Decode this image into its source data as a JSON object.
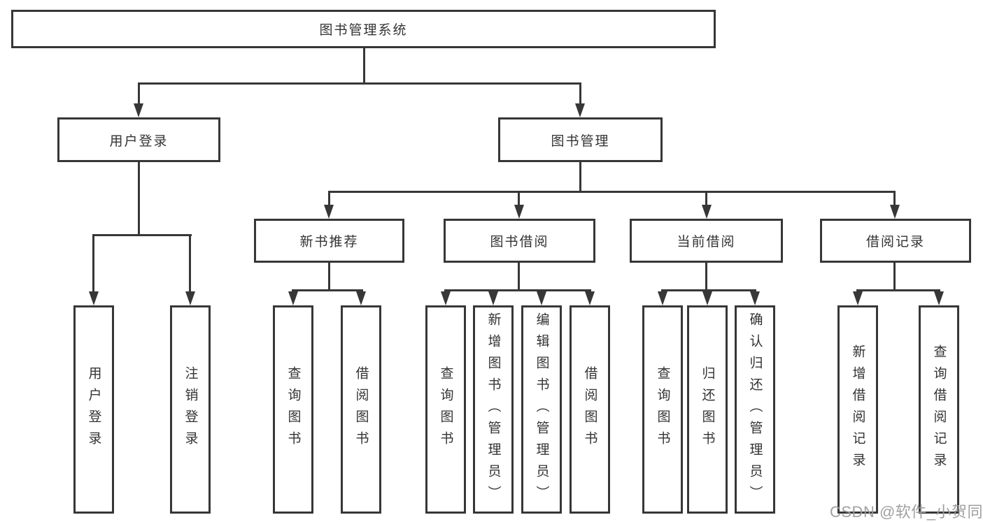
{
  "tree": {
    "label": "图书管理系统",
    "children": [
      {
        "label": "用户登录",
        "children": [
          {
            "label": "用户登录"
          },
          {
            "label": "注销登录"
          }
        ]
      },
      {
        "label": "图书管理",
        "children": [
          {
            "label": "新书推荐",
            "children": [
              {
                "label": "查询图书"
              },
              {
                "label": "借阅图书"
              }
            ]
          },
          {
            "label": "图书借阅",
            "children": [
              {
                "label": "查询图书"
              },
              {
                "label": "新增图书（管理员）"
              },
              {
                "label": "编辑图书（管理员）"
              },
              {
                "label": "借阅图书"
              }
            ]
          },
          {
            "label": "当前借阅",
            "children": [
              {
                "label": "查询图书"
              },
              {
                "label": "归还图书"
              },
              {
                "label": "确认归还（管理员）"
              }
            ]
          },
          {
            "label": "借阅记录",
            "children": [
              {
                "label": "新增借阅记录"
              },
              {
                "label": "查询借阅记录"
              }
            ]
          }
        ]
      }
    ]
  },
  "watermark": "CSDN @软件_小贺同学",
  "colors": {
    "line": "#373737",
    "text": "#333333",
    "watermark": "#9b9b9b",
    "background": "#ffffff"
  }
}
